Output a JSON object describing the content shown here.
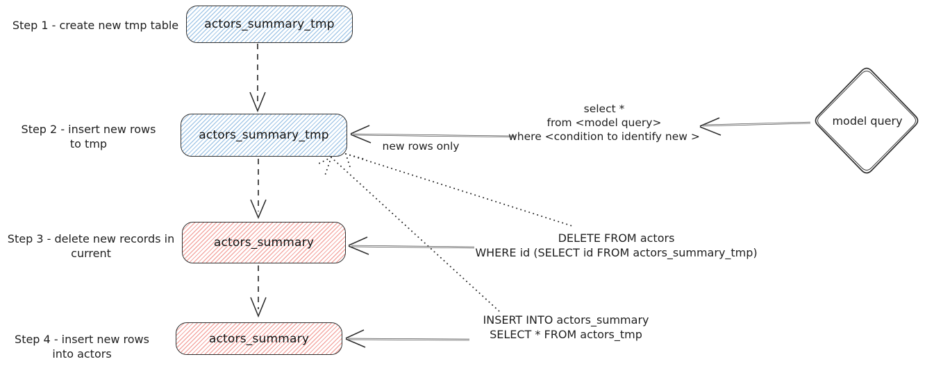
{
  "colors": {
    "blue_hatch": "#a6c9e8",
    "red_hatch": "#f4a9a4",
    "stroke": "#2e2e2e"
  },
  "steps": [
    {
      "lines": [
        "Step 1 - create new tmp table"
      ],
      "box": "actors_summary_tmp",
      "box_color": "blue"
    },
    {
      "lines": [
        "Step 2 - insert new rows",
        "to tmp"
      ],
      "box": "actors_summary_tmp",
      "box_color": "blue"
    },
    {
      "lines": [
        "Step 3 - delete new records in",
        "current"
      ],
      "box": "actors_summary",
      "box_color": "red"
    },
    {
      "lines": [
        "Step 4 - insert new rows",
        "into actors"
      ],
      "box": "actors_summary",
      "box_color": "red"
    }
  ],
  "annotations": {
    "new_rows_only": "new rows only",
    "select_query": {
      "line1": "select *",
      "line2": "from <model query>",
      "line3": "where <condition to identify new >"
    },
    "delete_query": {
      "line1": "DELETE FROM actors",
      "line2": "WHERE id (SELECT id FROM actors_summary_tmp)"
    },
    "insert_query": {
      "line1": "INSERT INTO actors_summary",
      "line2": "SELECT * FROM actors_tmp"
    }
  },
  "diamond": {
    "label": "model query"
  }
}
